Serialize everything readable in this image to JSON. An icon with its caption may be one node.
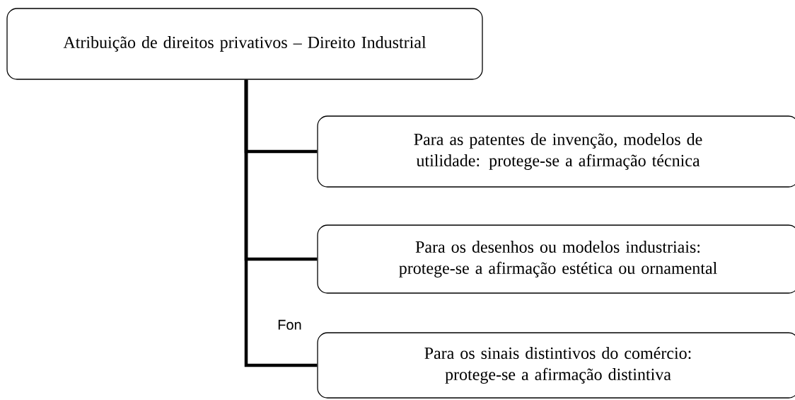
{
  "diagram": {
    "nodes": [
      {
        "text": [
          "Atribuição de direitos privativos – Direito Industrial"
        ]
      },
      {
        "text": [
          "Para as patentes de invenção, modelos de utilidade: protege-se a afirmação técnica"
        ]
      },
      {
        "text": [
          "Para os desenhos ou modelos industriais: protege-se a afirmação estética ou ornamental"
        ]
      },
      {
        "text": [
          "Para os sinais distintivos do comércio: protege-se a afirmação distintiva"
        ]
      }
    ],
    "edges": [
      {
        "from": 0,
        "to": 1,
        "arrow": "none"
      },
      {
        "from": 0,
        "to": 2,
        "arrow": "none"
      },
      {
        "from": 0,
        "to": 3,
        "arrow": "none"
      }
    ],
    "labels": [
      "Fon"
    ]
  }
}
